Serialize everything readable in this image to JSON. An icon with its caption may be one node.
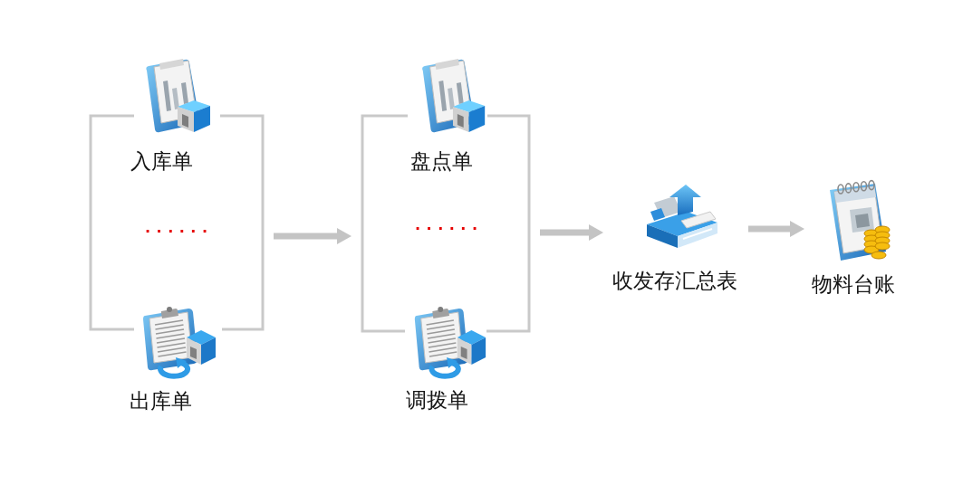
{
  "diagram": {
    "nodes": [
      {
        "text": [
          "......"
        ]
      },
      {
        "text": [
          "入库单"
        ],
        "in": 0
      },
      {
        "text": [
          "出库单"
        ],
        "in": 0
      },
      {
        "text": [
          "......"
        ]
      },
      {
        "text": [
          "盘点单"
        ],
        "in": 3
      },
      {
        "text": [
          "调拨单"
        ],
        "in": 3
      },
      {
        "text": [
          "收发存汇总表"
        ]
      },
      {
        "text": [
          "物料台账"
        ]
      }
    ],
    "edges": [
      {
        "from": 0,
        "to": 3,
        "arrow": "to"
      },
      {
        "from": 3,
        "to": 6,
        "arrow": "to"
      },
      {
        "from": 6,
        "to": 7,
        "arrow": "to"
      }
    ]
  }
}
